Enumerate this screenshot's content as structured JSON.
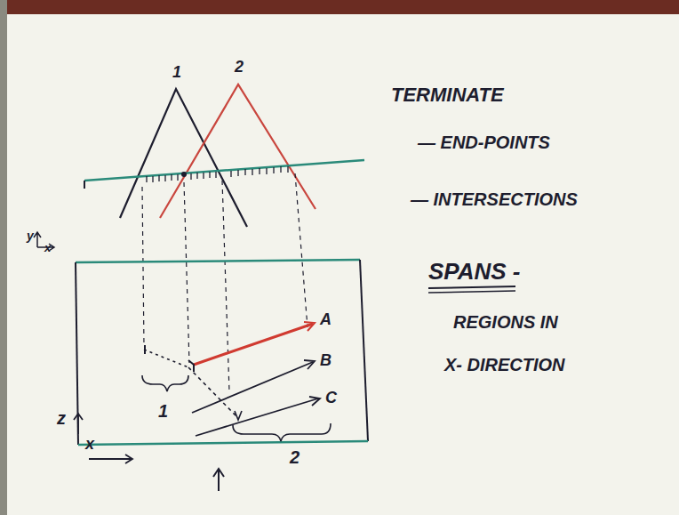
{
  "diagram": {
    "labels": [
      "1",
      "2",
      "y",
      "x",
      "A",
      "B",
      "C",
      "1",
      "2",
      "z",
      "x",
      "TERMINATE",
      "— END-POINTS",
      "— INTERSECTIONS",
      "SPANS -",
      "REGIONS IN",
      "X- DIRECTION"
    ]
  }
}
